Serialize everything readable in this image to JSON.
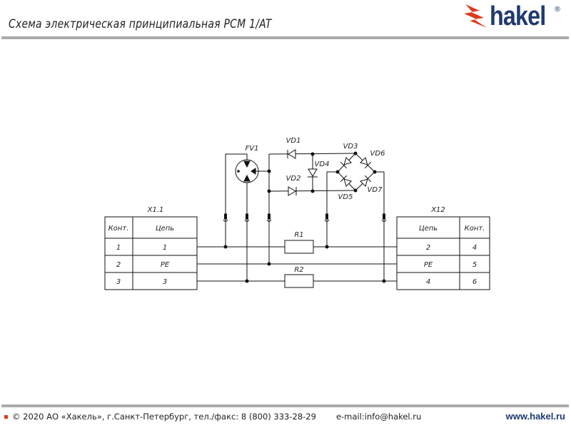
{
  "header": {
    "title": "Схема электрическая принципиальная PCM 1/AT",
    "logo": "hakel",
    "logo_mark": "®"
  },
  "schematic": {
    "left_connector": {
      "name": "X1.1",
      "headers": [
        "Конт.",
        "Цепь"
      ],
      "rows": [
        [
          "1",
          "1"
        ],
        [
          "2",
          "PE"
        ],
        [
          "3",
          "3"
        ]
      ]
    },
    "right_connector": {
      "name": "X12",
      "headers": [
        "Цепь",
        "Конт."
      ],
      "rows": [
        [
          "2",
          "4"
        ],
        [
          "PE",
          "5"
        ],
        [
          "4",
          "6"
        ]
      ]
    },
    "components": {
      "fv1": "FV1",
      "vd1": "VD1",
      "vd2": "VD2",
      "vd3": "VD3",
      "vd4": "VD4",
      "vd5": "VD5",
      "vd6": "VD6",
      "vd7": "VD7",
      "r1": "R1",
      "r2": "R2"
    }
  },
  "footer": {
    "copyright": "© 2020 АО «Хакель», г.Санкт-Петербург, тел./факс: 8 (800) 333-28-29",
    "email": "e-mail:info@hakel.ru",
    "website": "www.hakel.ru"
  },
  "colors": {
    "brand_blue": "#1f3a6e",
    "brand_red": "#e03a1e",
    "rule_gray": "#aaaaaa"
  }
}
